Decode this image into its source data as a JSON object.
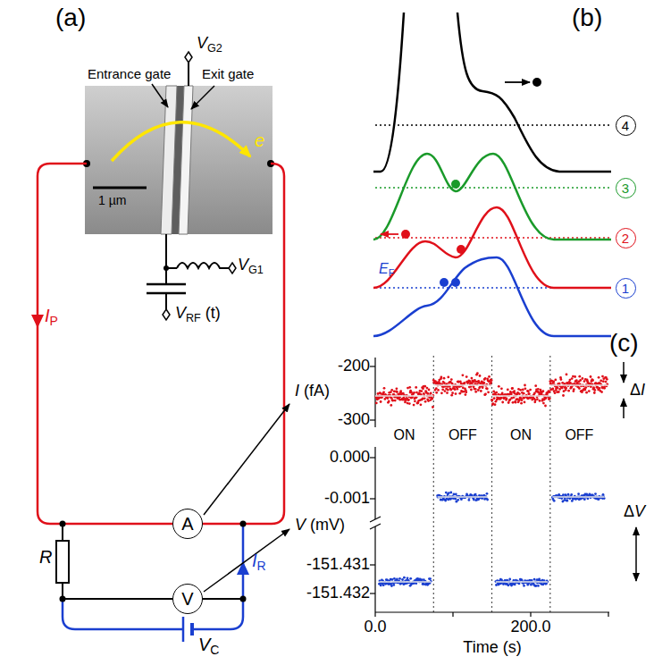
{
  "diagram": {
    "nodes": [
      {
        "text": [
          "A"
        ]
      },
      {
        "text": [
          "V"
        ]
      },
      {
        "text": [
          "4"
        ]
      },
      {
        "text": [
          "3"
        ]
      },
      {
        "text": [
          "2"
        ]
      },
      {
        "text": [
          "1"
        ]
      }
    ],
    "labels": [
      "(a)",
      "VG2",
      "Entrance gate",
      "Exit gate",
      "1 µm",
      "e",
      "IP",
      "VG1",
      "VRF (t)",
      "R",
      "IR",
      "VC",
      "(b)",
      "EF",
      "(c)",
      "-200",
      "-300",
      "I (fA)",
      "ΔI",
      "0.000",
      "-0.001",
      "V (mV)",
      "-151.431",
      "-151.432",
      "ON",
      "OFF",
      "ON",
      "OFF",
      "ΔV",
      "0.0",
      "200.0",
      "Time (s)"
    ]
  }
}
